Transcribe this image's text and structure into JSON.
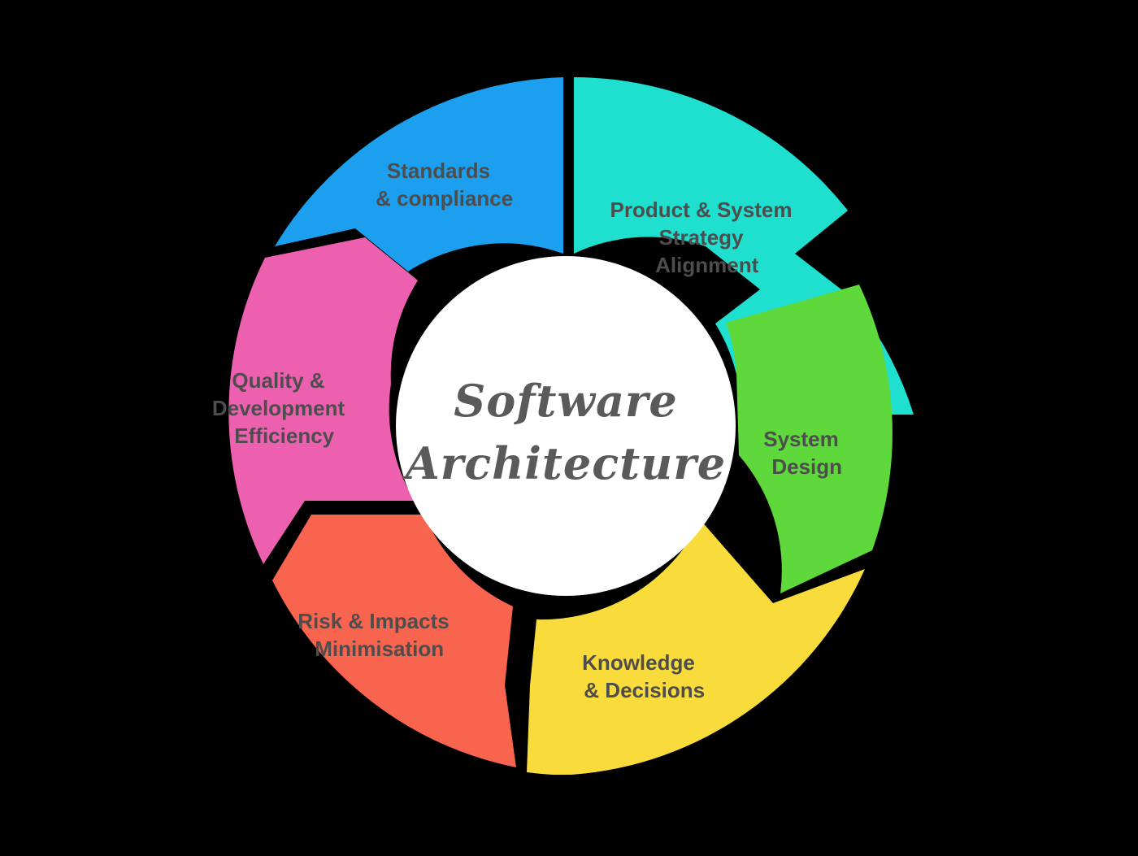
{
  "diagram": {
    "title": "Software Architecture Wheel",
    "background_color": "#000000",
    "center": {
      "line1": "Software",
      "line2": "Architecture",
      "fill_color": "#ffffff",
      "text_color": "#5a5a5a"
    },
    "label_text_color": "#4d4d4d",
    "segments": [
      {
        "id": "product-system-strategy-alignment",
        "label_line1": "Product & System",
        "label_line2": "Strategy",
        "label_line3": "Alignment",
        "color": "#1fdfcf",
        "position": "top-right"
      },
      {
        "id": "system-design",
        "label_line1": "System",
        "label_line2": "Design",
        "label_line3": "",
        "color": "#5ed83a",
        "position": "right"
      },
      {
        "id": "knowledge-decisions",
        "label_line1": "Knowledge",
        "label_line2": "& Decisions",
        "label_line3": "",
        "color": "#f9dc3c",
        "position": "bottom-right"
      },
      {
        "id": "risk-impacts-minimisation",
        "label_line1": "Risk & Impacts",
        "label_line2": "Minimisation",
        "label_line3": "",
        "color": "#f8644e",
        "position": "bottom-left"
      },
      {
        "id": "quality-development-efficiency",
        "label_line1": "Quality &",
        "label_line2": "Development",
        "label_line3": "Efficiency",
        "color": "#ed60b0",
        "position": "left"
      },
      {
        "id": "standards-compliance",
        "label_line1": "Standards",
        "label_line2": "& compliance",
        "label_line3": "",
        "color": "#1b9fee",
        "position": "top-left"
      }
    ]
  }
}
